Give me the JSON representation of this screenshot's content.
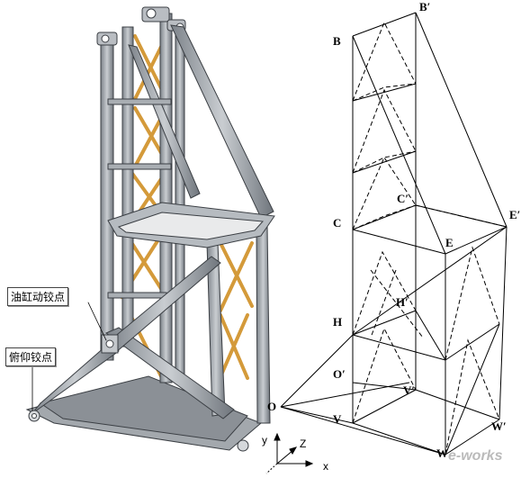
{
  "callouts": {
    "cylinder_hinge": "油缸动铰点",
    "pitch_hinge": "俯仰铰点"
  },
  "points": {
    "B_prime": "B′",
    "B": "B",
    "C_prime": "C′",
    "E_prime": "E′",
    "C": "C",
    "E": "E",
    "H_prime": "H′",
    "H": "H",
    "O_prime": "O′",
    "V_prime": "V′",
    "O": "O",
    "V": "V",
    "W_prime": "W′",
    "W": "W"
  },
  "axes": {
    "y": "y",
    "z": "Z",
    "x": "x"
  },
  "watermark": "e-works",
  "colors": {
    "steel": "#9aa0a6",
    "brace": "#d49a3a",
    "line": "#000000"
  }
}
